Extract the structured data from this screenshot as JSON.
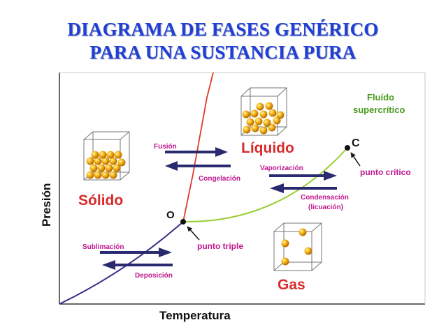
{
  "title_line1": "DIAGRAMA DE FASES GENÉRICO",
  "title_line2": "PARA UNA SUSTANCIA PURA",
  "axes": {
    "y_label": "Presión",
    "x_label": "Temperatura"
  },
  "phases": {
    "solid": "Sólido",
    "liquid": "Líquido",
    "gas": "Gas",
    "supercritical_1": "Fluído",
    "supercritical_2": "supercrítico"
  },
  "transitions": {
    "fusion": "Fusión",
    "freezing": "Congelación",
    "vaporization": "Vaporización",
    "condensation_1": "Condensación",
    "condensation_2": "(licuación)",
    "sublimation": "Sublimación",
    "deposition": "Deposición"
  },
  "points": {
    "triple_letter": "O",
    "triple_label": "punto triple",
    "critical_letter": "C",
    "critical_label": "punto crítico"
  },
  "colors": {
    "title": "#1f3fd6",
    "phase": "#d92b2b",
    "transition": "#c0168f",
    "supercritical": "#4a9a1e",
    "fusion_curve": "#e03a2a",
    "vapor_curve": "#9acd32",
    "sublimation_curve": "#3b2a86",
    "arrow": "#2a2a70"
  }
}
